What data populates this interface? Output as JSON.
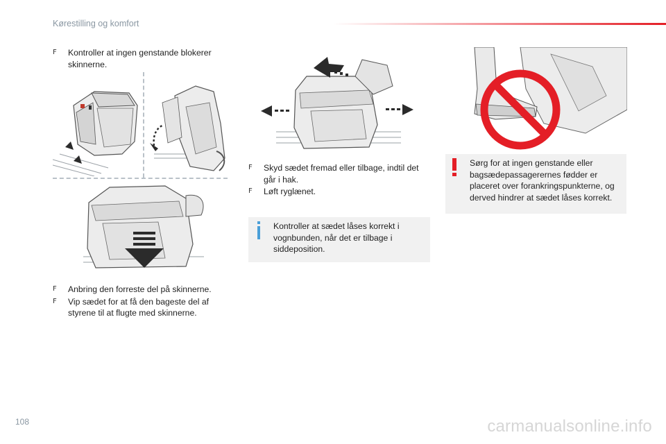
{
  "header": {
    "section_title": "Kørestilling og komfort"
  },
  "left_column": {
    "bullet_top": "Kontroller at ingen genstande blokerer skinnerne.",
    "bullets_bottom": [
      "Anbring den forreste del på skinnerne.",
      "Vip sædet for at få den bageste del af styrene til at flugte med skinnerne."
    ]
  },
  "middle_column": {
    "bullets": [
      "Skyd sædet fremad eller tilbage, indtil det går i hak.",
      "Løft ryglænet."
    ],
    "info_note": "Kontroller at sædet låses korrekt i vognbunden, når det er tilbage i siddeposition."
  },
  "right_column": {
    "warning_note": "Sørg for at ingen genstande eller bagsædepassagerernes fødder er placeret over forankringspunkterne, og derved hindrer at sædet låses korrekt."
  },
  "icons": {
    "bullet": "checkbox-bullet-icon",
    "info": "info-icon",
    "warning": "exclamation-icon",
    "prohibited": "prohibited-sign-icon"
  },
  "colors": {
    "accent_red": "#e41e26",
    "info_blue": "#4a9fd8",
    "note_background": "#f1f1f1",
    "header_text": "#8a97a2",
    "arrow_dark": "#2b2b2b"
  },
  "footer": {
    "page_number": "108",
    "watermark": "carmanualsonline.info"
  }
}
